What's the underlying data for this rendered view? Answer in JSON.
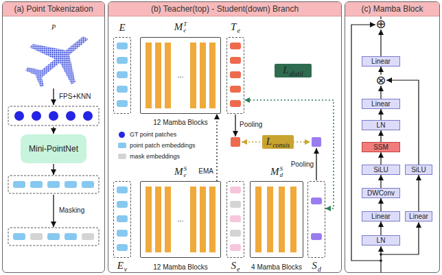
{
  "diagram": {
    "nodes": [
      {
        "text": [
          "(a) Point Tokenization"
        ]
      },
      {
        "text": [
          "Mini-PointNet"
        ],
        "in": 0
      },
      {
        "text": [
          "(b) Teacher(top) - Student(down) Branch"
        ]
      },
      {
        "text": [
          "E"
        ],
        "in": 2
      },
      {
        "text": [
          "M",
          "e",
          "T",
          "12 Mamba Blocks"
        ],
        "in": 2
      },
      {
        "text": [
          "T",
          "e"
        ],
        "in": 2
      },
      {
        "text": [
          "L",
          "distil"
        ],
        "in": 2
      },
      {
        "text": [
          "L",
          "consis"
        ],
        "in": 2
      },
      {
        "text": [
          "E",
          "v"
        ],
        "in": 2
      },
      {
        "text": [
          "M",
          "e",
          "S",
          "12 Mamba Blocks"
        ],
        "in": 2
      },
      {
        "text": [
          "S",
          "e"
        ],
        "in": 2
      },
      {
        "text": [
          "M",
          "d",
          "S",
          "4 Mamba Blocks"
        ],
        "in": 2
      },
      {
        "text": [
          "S",
          "d"
        ],
        "in": 2
      },
      {
        "text": [
          "(c) Mamba Block"
        ]
      },
      {
        "text": [
          "⊕"
        ],
        "in": 13
      },
      {
        "text": [
          "Linear"
        ],
        "in": 13
      },
      {
        "text": [
          "⊗"
        ],
        "in": 13
      },
      {
        "text": [
          "Linear"
        ],
        "in": 13
      },
      {
        "text": [
          "LN"
        ],
        "in": 13
      },
      {
        "text": [
          "SSM"
        ],
        "in": 13
      },
      {
        "text": [
          "SiLU"
        ],
        "in": 13
      },
      {
        "text": [
          "SiLU"
        ],
        "in": 13
      },
      {
        "text": [
          "DWConv"
        ],
        "in": 13
      },
      {
        "text": [
          "Linear"
        ],
        "in": 13
      },
      {
        "text": [
          "Linear"
        ],
        "in": 13
      },
      {
        "text": [
          "LN"
        ],
        "in": 13
      }
    ],
    "edges": [
      {
        "from": 9,
        "to": 4,
        "arrow": "to",
        "label": "EMA"
      },
      {
        "from": 12,
        "to": 5,
        "arrow": "both"
      },
      {
        "from": 25,
        "to": 24,
        "arrow": "to"
      },
      {
        "from": 24,
        "to": 22,
        "arrow": "to"
      },
      {
        "from": 22,
        "to": 20,
        "arrow": "to"
      },
      {
        "from": 20,
        "to": 19,
        "arrow": "to"
      },
      {
        "from": 19,
        "to": 18,
        "arrow": "to"
      },
      {
        "from": 18,
        "to": 17,
        "arrow": "to"
      },
      {
        "from": 17,
        "to": 16,
        "arrow": "to"
      },
      {
        "from": 16,
        "to": 15,
        "arrow": "to"
      },
      {
        "from": 15,
        "to": 14,
        "arrow": "to"
      },
      {
        "from": 23,
        "to": 21,
        "arrow": "to"
      },
      {
        "from": 21,
        "to": 16,
        "arrow": "to"
      }
    ],
    "labels": [
      "P",
      "FPS+KNN",
      "Masking",
      "...",
      "...",
      "Pooling",
      "Pooling"
    ],
    "legend": [
      {
        "text": "GT point patches",
        "color": "#2424e6"
      },
      {
        "text": "point patch embeddings",
        "color": "#86c8f0"
      },
      {
        "text": "mask embeddings",
        "color": "#d4d4d4"
      }
    ]
  }
}
